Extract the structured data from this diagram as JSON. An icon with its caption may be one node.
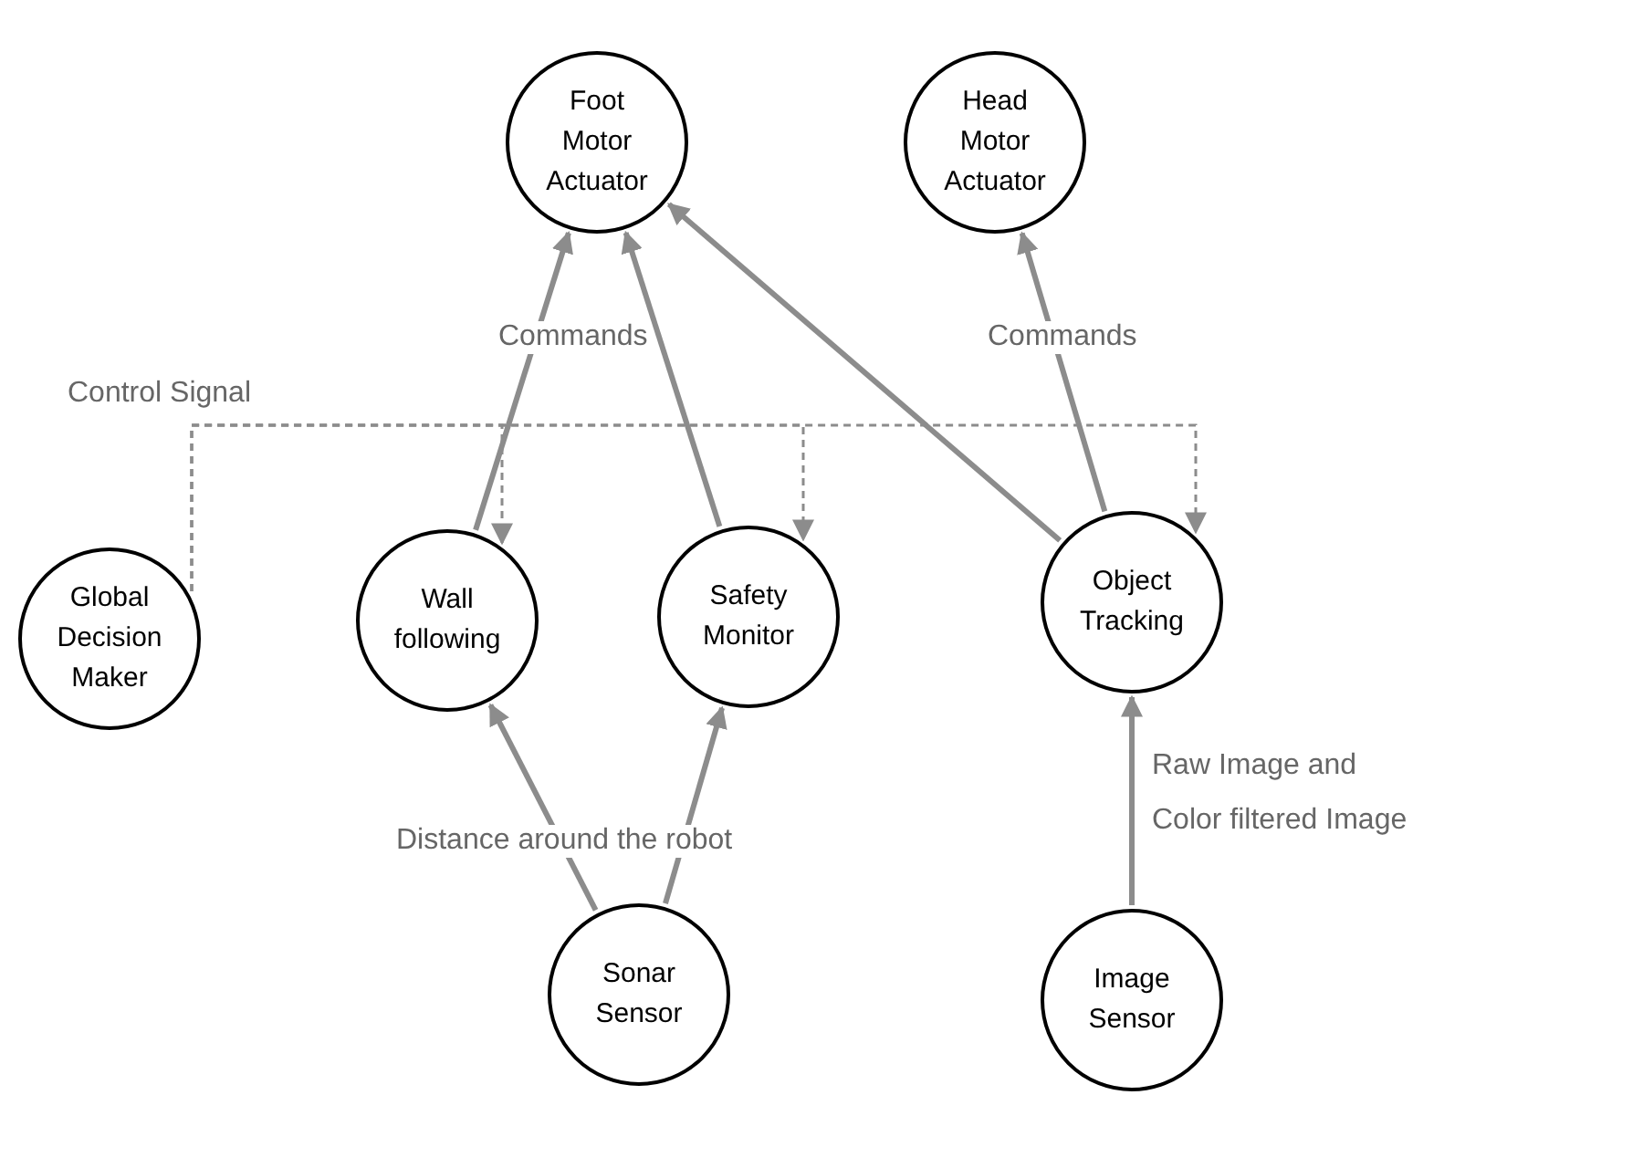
{
  "diagram": {
    "nodes": [
      {
        "text": [
          "Foot Motor Actuator"
        ]
      },
      {
        "text": [
          "Head Motor Actuator"
        ]
      },
      {
        "text": [
          "Global Decision Maker"
        ]
      },
      {
        "text": [
          "Wall following"
        ]
      },
      {
        "text": [
          "Safety Monitor"
        ]
      },
      {
        "text": [
          "Object Tracking"
        ]
      },
      {
        "text": [
          "Sonar Sensor"
        ]
      },
      {
        "text": [
          "Image Sensor"
        ]
      }
    ],
    "edges": [
      {
        "from": 3,
        "to": 0,
        "arrow": "to"
      },
      {
        "from": 4,
        "to": 0,
        "arrow": "to"
      },
      {
        "from": 5,
        "to": 0,
        "arrow": "to"
      },
      {
        "from": 5,
        "to": 1,
        "arrow": "to",
        "label": "Commands"
      },
      {
        "from": 2,
        "to": 3,
        "arrow": "to",
        "style": "dashed"
      },
      {
        "from": 2,
        "to": 4,
        "arrow": "to",
        "style": "dashed"
      },
      {
        "from": 2,
        "to": 5,
        "arrow": "to",
        "style": "dashed"
      },
      {
        "from": 6,
        "to": 3,
        "arrow": "to"
      },
      {
        "from": 6,
        "to": 4,
        "arrow": "to"
      },
      {
        "from": 7,
        "to": 5,
        "arrow": "to",
        "label": "Raw Image and Color filtered Image"
      }
    ],
    "labels": [
      "Commands",
      "Control Signal",
      "Distance around the robot"
    ]
  }
}
